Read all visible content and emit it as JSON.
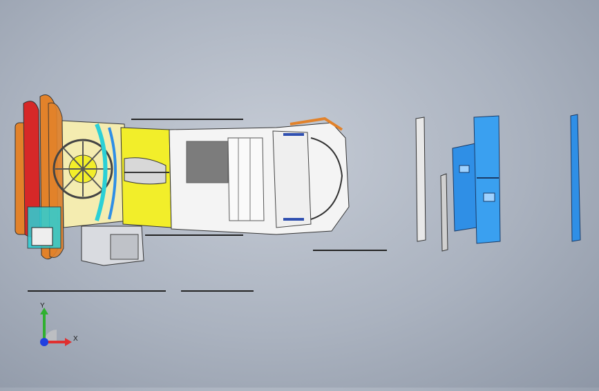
{
  "viewport": {
    "colors": {
      "background_center": "#c6ccd6",
      "background_edge": "#8e97a6",
      "yellow_panel": "#f2ee2a",
      "orange_part": "#e2822a",
      "red_part": "#d62828",
      "cyan_part": "#2bd0d6",
      "blue_part": "#2f8fe6",
      "white_part": "#f4f4f4",
      "line": "#2a2a2a"
    },
    "parts": [
      {
        "name": "rear-seat-frame",
        "icon": "orange-red-frame"
      },
      {
        "name": "floor-pan",
        "icon": "yellow-panel"
      },
      {
        "name": "front-body-shell",
        "icon": "white-shell"
      },
      {
        "name": "door-panel-strip",
        "icon": "grey-strip"
      },
      {
        "name": "blue-door-panels",
        "icon": "blue-panels"
      },
      {
        "name": "right-side-panel",
        "icon": "blue-strip"
      }
    ]
  },
  "triad": {
    "x_label": "X",
    "y_label": "Y",
    "x_color": "#e03030",
    "y_color": "#30b030",
    "origin_color": "#2040e0"
  }
}
